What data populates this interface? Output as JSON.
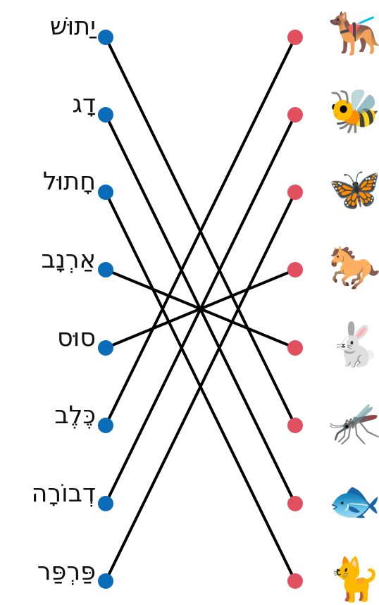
{
  "colors": {
    "left_dot": "#0a6bb8",
    "right_dot": "#e0505e",
    "line": "#000000",
    "background": "#ffffff"
  },
  "words": [
    {
      "id": "yatush",
      "text": "יַתוּשׁ"
    },
    {
      "id": "dag",
      "text": "דָג"
    },
    {
      "id": "hatul",
      "text": "חָתוּל"
    },
    {
      "id": "arnav",
      "text": "אַרְנָב"
    },
    {
      "id": "sus",
      "text": "סוּס"
    },
    {
      "id": "kelev",
      "text": "כֶּלֶב"
    },
    {
      "id": "dvora",
      "text": "דְבוֹרָה"
    },
    {
      "id": "parpar",
      "text": "פַּרְפַּר"
    }
  ],
  "pictures": [
    {
      "id": "dog",
      "icon": "service-dog-icon",
      "glyph": "🐕‍🦺"
    },
    {
      "id": "bee",
      "icon": "bee-icon",
      "glyph": "🐝"
    },
    {
      "id": "butterfly",
      "icon": "butterfly-icon",
      "glyph": "🦋"
    },
    {
      "id": "horse",
      "icon": "horse-icon",
      "glyph": "🐎"
    },
    {
      "id": "rabbit",
      "icon": "rabbit-icon",
      "glyph": "🐇"
    },
    {
      "id": "mosquito",
      "icon": "mosquito-icon",
      "glyph": "🦟"
    },
    {
      "id": "fish",
      "icon": "fish-icon",
      "glyph": "🐟"
    },
    {
      "id": "cat",
      "icon": "cat-icon",
      "glyph": "🐈"
    }
  ],
  "matches": [
    {
      "word": "yatush",
      "picture": "mosquito"
    },
    {
      "word": "dag",
      "picture": "fish"
    },
    {
      "word": "hatul",
      "picture": "cat"
    },
    {
      "word": "arnav",
      "picture": "rabbit"
    },
    {
      "word": "sus",
      "picture": "horse"
    },
    {
      "word": "kelev",
      "picture": "dog"
    },
    {
      "word": "dvora",
      "picture": "bee"
    },
    {
      "word": "parpar",
      "picture": "butterfly"
    }
  ]
}
